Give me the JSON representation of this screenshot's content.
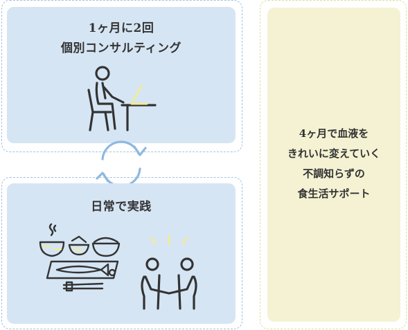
{
  "consulting": {
    "line1": "1ヶ月に2回",
    "line2": "個別コンサルティング"
  },
  "practice": {
    "title": "日常で実践"
  },
  "summary": {
    "lines": [
      "4ヶ月で血液を",
      "きれいに変えていく",
      "不調知らずの",
      "食生活サポート"
    ]
  },
  "colors": {
    "box_blue": "#d5e5f4",
    "border_blue": "#9ec3e0",
    "box_yellow": "#f4f2d3",
    "border_yellow": "#dede9e",
    "arrow_blue": "#8fb8e0",
    "icon_dark": "#333333",
    "accent_yellow": "#f0ec9a"
  }
}
